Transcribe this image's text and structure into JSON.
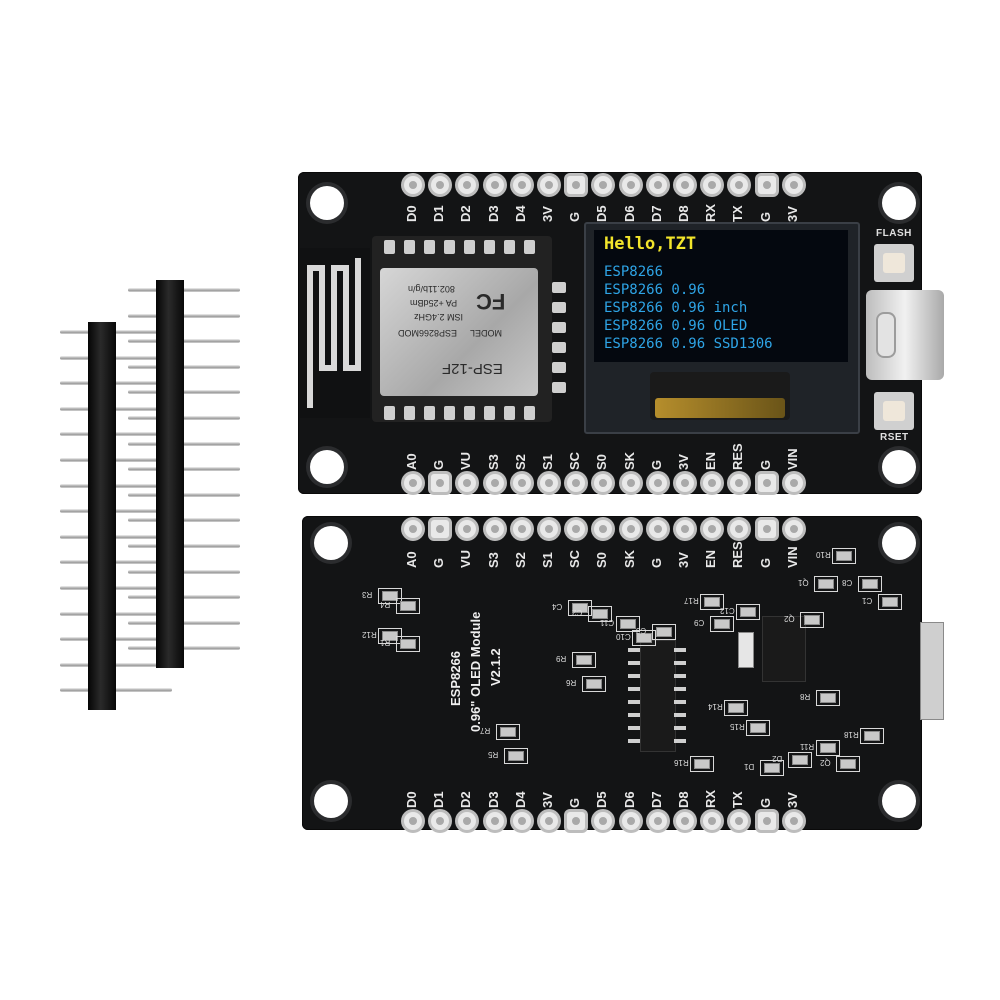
{
  "oled": {
    "title": "Hello,TZT",
    "lines": [
      "ESP8266",
      "ESP8266 0.96",
      "ESP8266 0.96 inch",
      "ESP8266 0.96 OLED",
      "ESP8266 0.96 SSD1306"
    ],
    "title_color": "#f2e52b",
    "text_color": "#2ea4e6"
  },
  "buttons": {
    "flash_label": "FLASH",
    "reset_label": "RSET"
  },
  "esp_module": {
    "model": "ESP-12F",
    "fc_mark": "FC",
    "model_label": "MODEL",
    "chip": "ESP8266MOD",
    "info": "ISM 2.4GHz",
    "pa": "PA +25dBm",
    "spec": "802.11b/g/n"
  },
  "front_top_pins": [
    "D0",
    "D1",
    "D2",
    "D3",
    "D4",
    "3V",
    "G",
    "D5",
    "D6",
    "D7",
    "D8",
    "RX",
    "TX",
    "G",
    "3V"
  ],
  "front_bottom_pins": [
    "A0",
    "G",
    "VU",
    "S3",
    "S2",
    "S1",
    "SC",
    "S0",
    "SK",
    "G",
    "3V",
    "EN",
    "RES",
    "G",
    "VIN"
  ],
  "back_top_pins": [
    "A0",
    "G",
    "VU",
    "S3",
    "S2",
    "S1",
    "SC",
    "S0",
    "SK",
    "G",
    "3V",
    "EN",
    "RES",
    "G",
    "VIN"
  ],
  "back_bottom_pins": [
    "D0",
    "D1",
    "D2",
    "D3",
    "D4",
    "3V",
    "G",
    "D5",
    "D6",
    "D7",
    "D8",
    "RX",
    "TX",
    "G",
    "3V"
  ],
  "back_text": {
    "line1": "ESP8266",
    "line2": "0.96\" OLED Module",
    "line3": "V2.1.2"
  },
  "back_part_labels": [
    "R3",
    "R4",
    "R12",
    "R1",
    "C4",
    "C2",
    "C11",
    "C10",
    "C3",
    "R17",
    "C12",
    "C8",
    "C1",
    "Q1",
    "Q2",
    "C9",
    "R14",
    "R15",
    "R16",
    "R18",
    "R9",
    "R7",
    "R8",
    "R11",
    "Q2",
    "D2",
    "D1",
    "R10",
    "R6",
    "R5"
  ]
}
